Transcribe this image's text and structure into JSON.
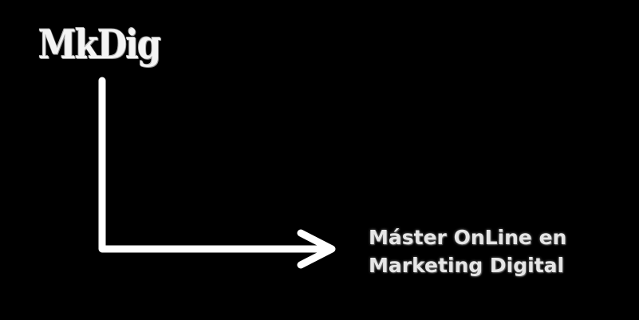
{
  "logo": {
    "text": "MkDig"
  },
  "tagline": {
    "line1": "Máster OnLine en",
    "line2": "Marketing Digital"
  },
  "colors": {
    "background": "#000000",
    "foreground": "#ffffff"
  },
  "icons": {
    "arrow": "arrow-down-right-icon"
  }
}
